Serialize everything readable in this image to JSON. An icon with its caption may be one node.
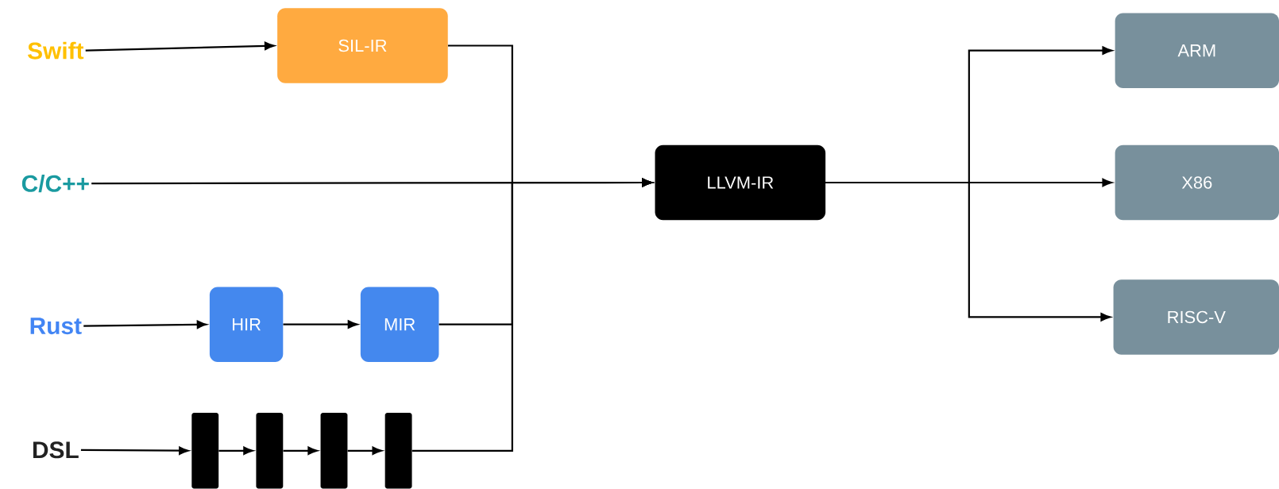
{
  "diagram": {
    "nodes": [
      {
        "text": [
          "Swift"
        ]
      },
      {
        "text": [
          "SIL-IR"
        ]
      },
      {
        "text": [
          "C/C++"
        ]
      },
      {
        "text": [
          "LLVM-IR"
        ]
      },
      {
        "text": [
          "Rust"
        ]
      },
      {
        "text": [
          "HIR"
        ]
      },
      {
        "text": [
          "MIR"
        ]
      },
      {
        "text": [
          "DSL"
        ]
      },
      {
        "text": [],
        "shape": "bar"
      },
      {
        "text": [],
        "shape": "bar"
      },
      {
        "text": [],
        "shape": "bar"
      },
      {
        "text": [],
        "shape": "bar"
      },
      {
        "text": [
          "ARM"
        ]
      },
      {
        "text": [
          "X86"
        ]
      },
      {
        "text": [
          "RISC-V"
        ]
      }
    ],
    "edges": [
      {
        "from": 0,
        "to": 1,
        "arrow": "to"
      },
      {
        "from": 2,
        "to": 3,
        "arrow": "to"
      },
      {
        "from": 4,
        "to": 5,
        "arrow": "to"
      },
      {
        "from": 5,
        "to": 6,
        "arrow": "to"
      },
      {
        "from": 7,
        "to": 8,
        "arrow": "to"
      },
      {
        "from": 8,
        "to": 9,
        "arrow": "to"
      },
      {
        "from": 9,
        "to": 10,
        "arrow": "to"
      },
      {
        "from": 10,
        "to": 11,
        "arrow": "to"
      },
      {
        "from": 1,
        "to": 3,
        "arrow": "to"
      },
      {
        "from": 6,
        "to": 3,
        "arrow": "to"
      },
      {
        "from": 11,
        "to": 3,
        "arrow": "to"
      },
      {
        "from": 3,
        "to": 12,
        "arrow": "to"
      },
      {
        "from": 3,
        "to": 13,
        "arrow": "to"
      },
      {
        "from": 3,
        "to": 14,
        "arrow": "to"
      }
    ]
  }
}
